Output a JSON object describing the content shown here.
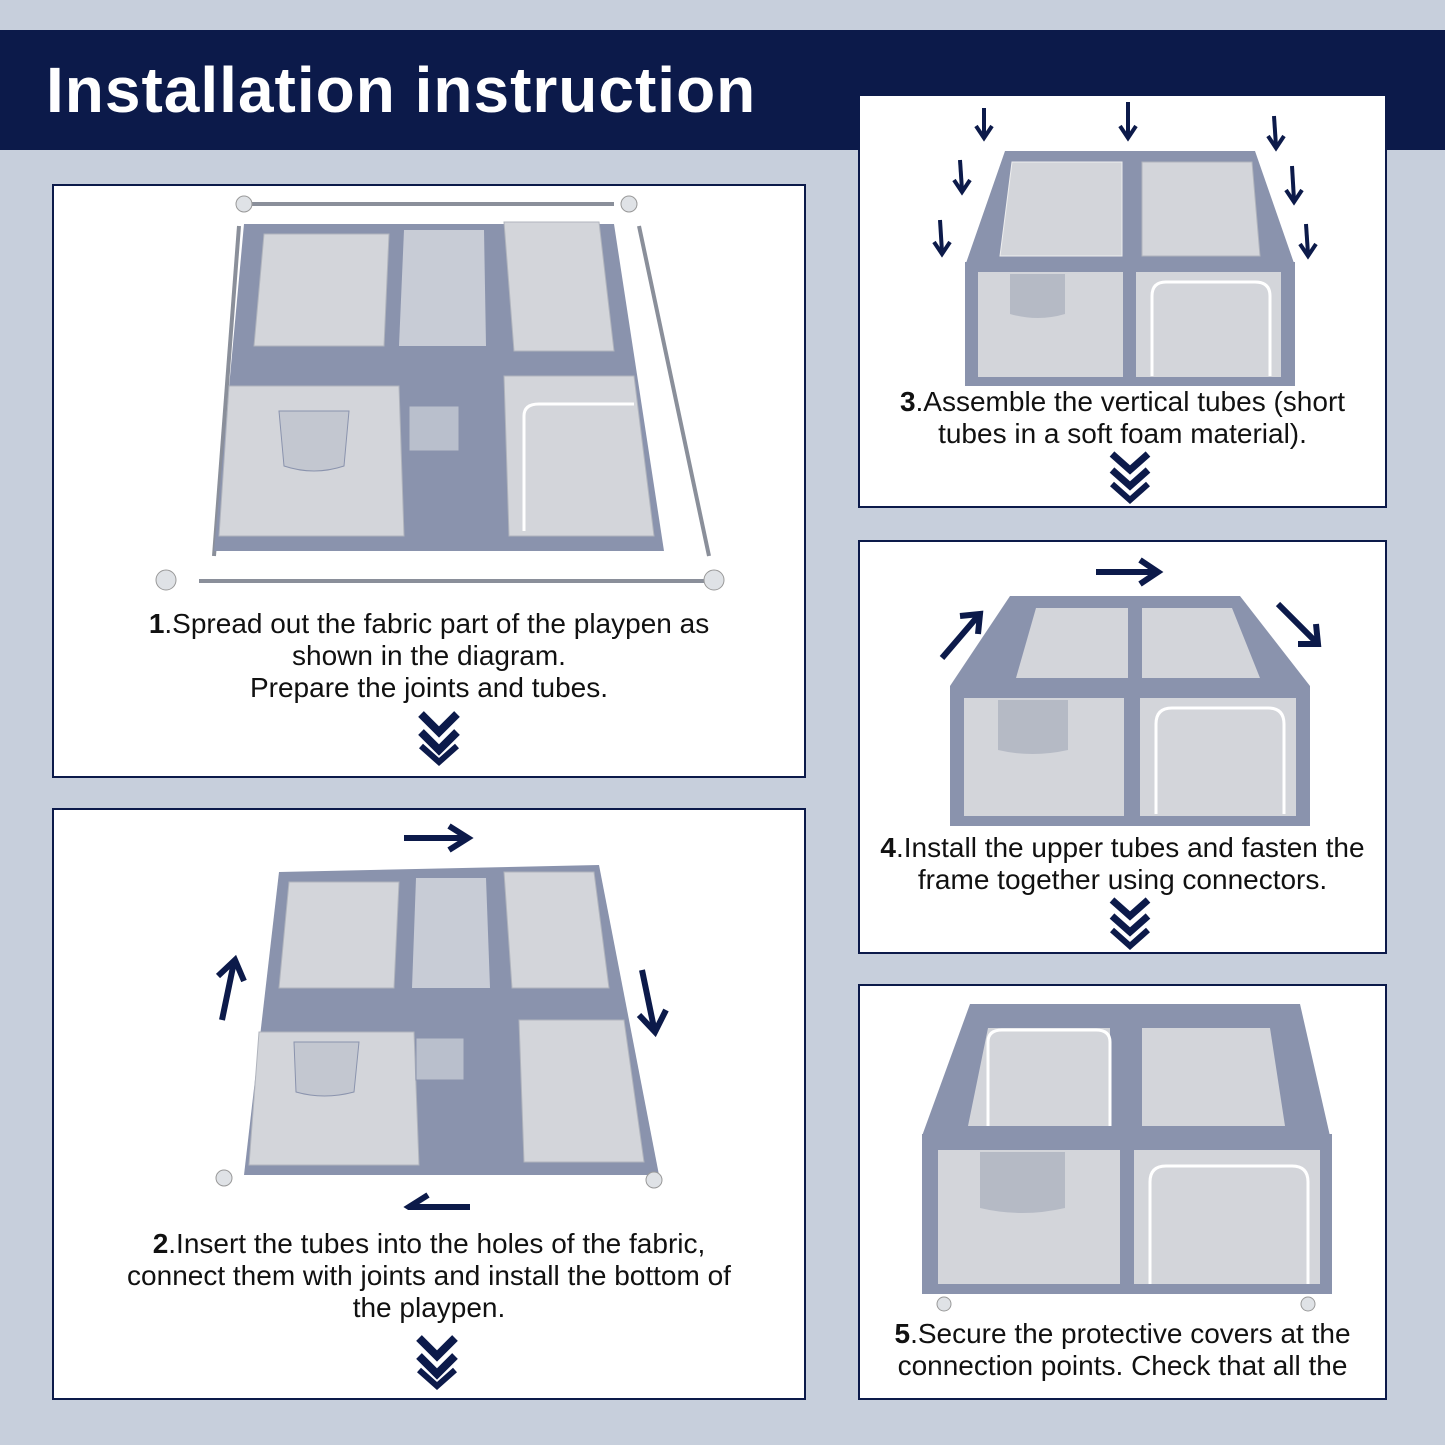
{
  "header": {
    "title": "Installation instruction"
  },
  "colors": {
    "navy": "#0c1a4a",
    "background": "#c7cfdc",
    "fabric": "#8a93ad",
    "mesh": "#d3d5da"
  },
  "steps": [
    {
      "num": "1",
      "text_lines": [
        ".Spread out the fabric part of the playpen as",
        "shown in the diagram.",
        "Prepare the joints and tubes."
      ]
    },
    {
      "num": "2",
      "text_lines": [
        ".Insert the tubes into the holes of the fabric,",
        "connect them with joints and install the bottom of",
        "the playpen."
      ]
    },
    {
      "num": "3",
      "text_lines": [
        ".Assemble the vertical tubes (short",
        "tubes in a soft foam material)."
      ]
    },
    {
      "num": "4",
      "text_lines": [
        ".Install the upper tubes and fasten the",
        "frame together using connectors."
      ]
    },
    {
      "num": "5",
      "text_lines": [
        ".Secure the protective covers at the",
        "connection points. Check that all the"
      ]
    }
  ],
  "icons": {
    "next_step": "double-chevron-down-icon",
    "direction": "arrow-icon"
  }
}
